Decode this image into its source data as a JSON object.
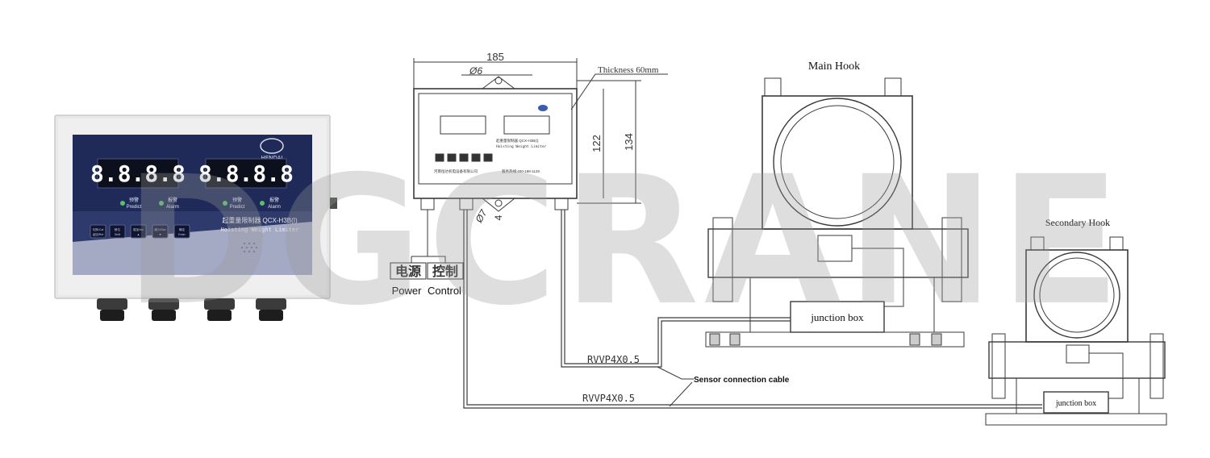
{
  "watermark": "DGCRANE",
  "photo": {
    "brand": "HENDAI",
    "display_left": "8.8.8.8",
    "display_right": "8.8.8.8",
    "led_labels": [
      {
        "cn": "预警",
        "en": "Predict"
      },
      {
        "cn": "报警",
        "en": "Alarm"
      },
      {
        "cn": "预警",
        "en": "Predict"
      },
      {
        "cn": "报警",
        "en": "Alarm"
      }
    ],
    "title_cn": "起重量限制器 QCX-H3B(I)",
    "title_en": "Hoisting Weight Limiter",
    "buttons": [
      {
        "top": "切换/Cal",
        "bottom": "返回/Ret"
      },
      {
        "top": "移位",
        "bottom": "Shift"
      },
      {
        "top": "增加/Inc",
        "bottom": "▲"
      },
      {
        "top": "减少/Dec",
        "bottom": "▼"
      },
      {
        "top": "确定",
        "bottom": "Enter"
      }
    ]
  },
  "drawing": {
    "dim_width": "185",
    "dim_hole": "Ø6",
    "dim_hole_bottom": "Ø7",
    "dim_offset": "4",
    "dim_inner_height": "122",
    "dim_outer_height": "134",
    "thickness_note": "Thickness 60mm",
    "panel_title_cn": "起重量限制器 QCX-H3B(I)",
    "panel_title_en": "Hoisting Weight Limiter",
    "panel_company": "河南恒达机电设备有限公司",
    "panel_phone": "服务热线:400-188-1128",
    "power_cn": "电源",
    "power_en": "Power",
    "control_cn": "控制",
    "control_en": "Control",
    "cable_upper": "RVVP4X0.5",
    "cable_lower": "RVVP4X0.5",
    "sensor_cable_label": "Sensor connection cable",
    "main_hook_label": "Main Hook",
    "secondary_hook_label": "Secondary Hook",
    "junction_main": "junction box",
    "junction_secondary": "junction box"
  },
  "colors": {
    "panel_body": "#e6e6e6",
    "panel_face": "#1f2a58",
    "panel_lower": "#8d95b4",
    "digits": "#ffffff",
    "led_green": "#56c26a",
    "line": "#3a3a3a",
    "watermark": "#9a9a9a"
  }
}
